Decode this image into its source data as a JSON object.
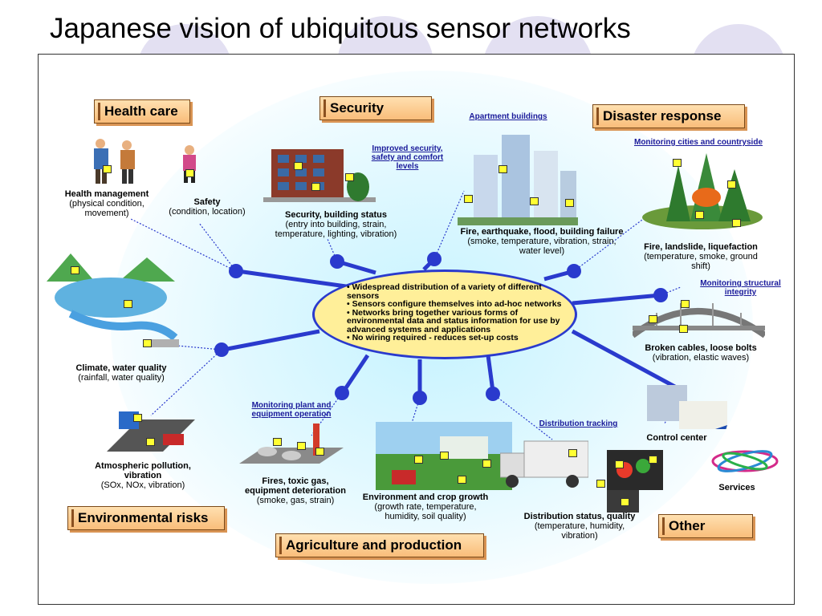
{
  "title": "Japanese vision of ubiquitous sensor networks",
  "categories": {
    "health_care": "Health care",
    "security": "Security",
    "disaster_response": "Disaster response",
    "environmental_risks": "Environmental risks",
    "agriculture": "Agriculture and production",
    "other": "Other"
  },
  "center_bullets": [
    "Widespread distribution of a variety of different sensors",
    "Sensors configure themselves into ad-hoc networks",
    "Networks bring together various forms of environmental data and status information for use by advanced systems and applications",
    "No wiring required - reduces set-up costs"
  ],
  "links": {
    "apartment": "Apartment buildings",
    "improved_security": "Improved security, safety and comfort levels",
    "monitoring_cities": "Monitoring cities and countryside",
    "monitoring_structural": "Monitoring structural integrity",
    "monitoring_plant": "Monitoring plant and equipment operation",
    "distribution_tracking": "Distribution tracking"
  },
  "labels": {
    "health_title": "Health management",
    "health_desc": "(physical condition, movement)",
    "safety_title": "Safety",
    "safety_desc": "(condition, location)",
    "security_title": "Security, building status",
    "security_desc": "(entry into building, strain, temperature, lighting, vibration)",
    "fire_title": "Fire, earthquake, flood, building failure",
    "fire_desc": "(smoke, temperature, vibration, strain, water level)",
    "landslide_title": "Fire, landslide, liquefaction",
    "landslide_desc": "(temperature, smoke, ground shift)",
    "climate_title": "Climate, water quality",
    "climate_desc": "(rainfall, water quality)",
    "broken_title": "Broken cables, loose bolts",
    "broken_desc": "(vibration, elastic waves)",
    "atmos_title": "Atmospheric pollution, vibration",
    "atmos_desc": "(SOx, NOx, vibration)",
    "toxic_title": "Fires, toxic gas, equipment deterioration",
    "toxic_desc": "(smoke, gas, strain)",
    "crop_title": "Environment and crop growth",
    "crop_desc": "(growth rate, temperature, humidity, soil quality)",
    "dist_title": "Distribution status, quality",
    "dist_desc": "(temperature, humidity, vibration)",
    "control": "Control center",
    "services": "Services"
  },
  "colors": {
    "hub_blue": "#2a3acd",
    "center_fill": "#ffef99",
    "category_fill": "#f9bd7a",
    "sensor_yellow": "#ffff33",
    "link_blue": "#1a1a9a"
  }
}
